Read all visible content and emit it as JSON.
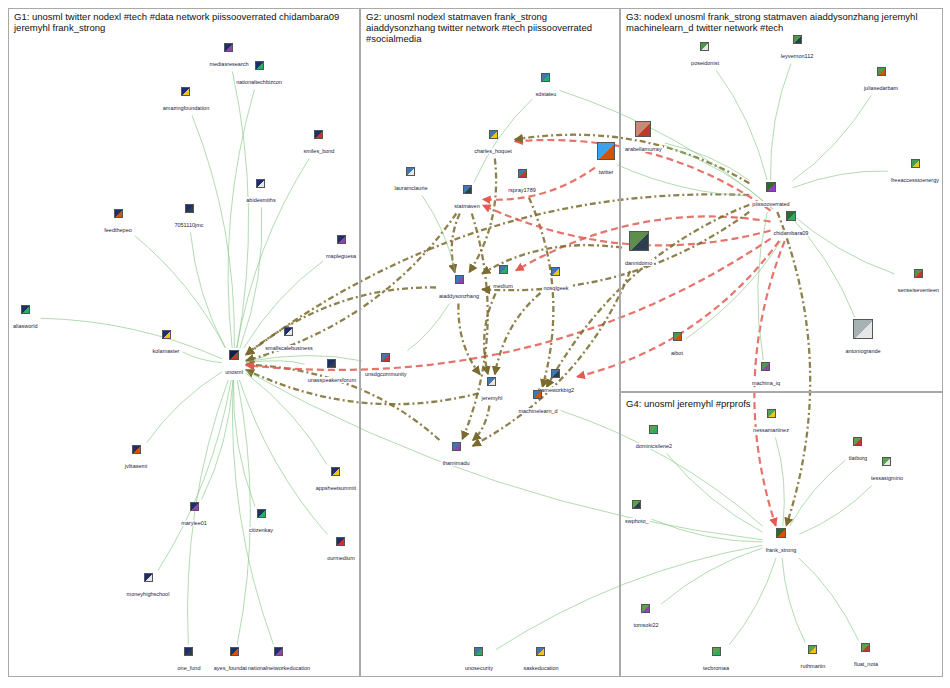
{
  "diagram": {
    "nodes": [
      {
        "text": [
          "G1: unosml twitter nodexl #tech #data network piissooverrated chidambara09 jeremyhl frank_strong"
        ]
      },
      {
        "text": [
          "G2: unosml nodexl statmaven frank_strong aiaddysonzhang twitter network #tech piissooverrated #socialmedia"
        ]
      },
      {
        "text": [
          "G3: nodexl unosml frank_strong statmaven aiaddysonzhang jeremyhl machinelearn_d twitter network #tech"
        ]
      },
      {
        "text": [
          "G4: unosml jeremyhl #prprofs"
        ]
      },
      {
        "text": [
          "mediasresearch"
        ],
        "in": 0
      },
      {
        "text": [
          "nationaltechbizcon"
        ],
        "in": 0
      },
      {
        "text": [
          "amazingfoundation"
        ],
        "in": 0
      },
      {
        "text": [
          "smiles_bond"
        ],
        "in": 0
      },
      {
        "text": [
          "abidesmiths"
        ],
        "in": 0
      },
      {
        "text": [
          "7051110jmc"
        ],
        "in": 0
      },
      {
        "text": [
          "feedthepeo"
        ],
        "in": 0
      },
      {
        "text": [
          "mapleguesa"
        ],
        "in": 0
      },
      {
        "text": [
          "aliasworld"
        ],
        "in": 0
      },
      {
        "text": [
          "kolamaster"
        ],
        "in": 0
      },
      {
        "text": [
          "unosml"
        ],
        "in": 0
      },
      {
        "text": [
          "smallscalebusiness"
        ],
        "in": 0
      },
      {
        "text": [
          "unasspeakersforum"
        ],
        "in": 0
      },
      {
        "text": [
          "jvlitasemi"
        ],
        "in": 0
      },
      {
        "text": [
          "marylee01"
        ],
        "in": 0
      },
      {
        "text": [
          "citizenkay"
        ],
        "in": 0
      },
      {
        "text": [
          "appsheetsummit"
        ],
        "in": 0
      },
      {
        "text": [
          "ourmedium"
        ],
        "in": 0
      },
      {
        "text": [
          "moneyhighschool"
        ],
        "in": 0
      },
      {
        "text": [
          "one_fund"
        ],
        "in": 0
      },
      {
        "text": [
          "ayes_foundation"
        ],
        "in": 0
      },
      {
        "text": [
          "nationalnetworkeducation"
        ],
        "in": 0
      },
      {
        "text": [
          "sdstateu"
        ],
        "in": 1
      },
      {
        "text": [
          "charles_hoquet"
        ],
        "in": 1
      },
      {
        "text": [
          "rspray1789"
        ],
        "in": 1
      },
      {
        "text": [
          "lauramclaurie"
        ],
        "in": 1
      },
      {
        "text": [
          "statmaven"
        ],
        "in": 1
      },
      {
        "text": [
          "twitter"
        ],
        "in": 1
      },
      {
        "text": [
          "aiaddysonzhang"
        ],
        "in": 1
      },
      {
        "text": [
          "medium"
        ],
        "in": 1
      },
      {
        "text": [
          "nosqlgeek"
        ],
        "in": 1
      },
      {
        "text": [
          "unsdgcommunity"
        ],
        "in": 1
      },
      {
        "text": [
          "jeremyhl"
        ],
        "in": 1
      },
      {
        "text": [
          "frameworkbig2"
        ],
        "in": 1
      },
      {
        "text": [
          "machinelearn_d"
        ],
        "in": 1
      },
      {
        "text": [
          "thamimadu"
        ],
        "in": 1
      },
      {
        "text": [
          "unosecurity"
        ],
        "in": 1
      },
      {
        "text": [
          "saskeducation"
        ],
        "in": 1
      },
      {
        "text": [
          "arabellamurray"
        ],
        "in": 2
      },
      {
        "text": [
          "poseidonist"
        ],
        "in": 2
      },
      {
        "text": [
          "leyvernon112"
        ],
        "in": 2
      },
      {
        "text": [
          "juliasedarbam"
        ],
        "in": 2
      },
      {
        "text": [
          "piissooverrated"
        ],
        "in": 2
      },
      {
        "text": [
          "chidambara09"
        ],
        "in": 2
      },
      {
        "text": [
          "freeaccesstoenergy"
        ],
        "in": 2
      },
      {
        "text": [
          "senseiseventeen"
        ],
        "in": 2
      },
      {
        "text": [
          "antoniogrande"
        ],
        "in": 2
      },
      {
        "text": [
          "dannidomo"
        ],
        "in": 2
      },
      {
        "text": [
          "aibot"
        ],
        "in": 2
      },
      {
        "text": [
          "machina_iq"
        ],
        "in": 2
      },
      {
        "text": [
          "dominicsilene2"
        ],
        "in": 3
      },
      {
        "text": [
          "nessamartinez"
        ],
        "in": 3
      },
      {
        "text": [
          "tlatborg"
        ],
        "in": 3
      },
      {
        "text": [
          "tessasigmino"
        ],
        "in": 3
      },
      {
        "text": [
          "swphoto_"
        ],
        "in": 3
      },
      {
        "text": [
          "frank_strong"
        ],
        "in": 3
      },
      {
        "text": [
          "tomsoki22"
        ],
        "in": 3
      },
      {
        "text": [
          "tecbromaa"
        ],
        "in": 3
      },
      {
        "text": [
          "ruthmartin"
        ],
        "in": 3
      },
      {
        "text": [
          "fluat_nota"
        ],
        "in": 3
      }
    ],
    "edges": [
      {
        "from": 4,
        "to": 14,
        "arrow": "none"
      },
      {
        "from": 5,
        "to": 14,
        "arrow": "none"
      },
      {
        "from": 6,
        "to": 14,
        "arrow": "none"
      },
      {
        "from": 7,
        "to": 14,
        "arrow": "none"
      },
      {
        "from": 8,
        "to": 14,
        "arrow": "none"
      },
      {
        "from": 9,
        "to": 14,
        "arrow": "none"
      },
      {
        "from": 10,
        "to": 14,
        "arrow": "none"
      },
      {
        "from": 11,
        "to": 14,
        "arrow": "none"
      },
      {
        "from": 12,
        "to": 14,
        "arrow": "none"
      },
      {
        "from": 13,
        "to": 14,
        "arrow": "none"
      },
      {
        "from": 15,
        "to": 14,
        "arrow": "none"
      },
      {
        "from": 16,
        "to": 14,
        "arrow": "none"
      },
      {
        "from": 17,
        "to": 14,
        "arrow": "none"
      },
      {
        "from": 18,
        "to": 14,
        "arrow": "none"
      },
      {
        "from": 19,
        "to": 14,
        "arrow": "none"
      },
      {
        "from": 20,
        "to": 14,
        "arrow": "none"
      },
      {
        "from": 21,
        "to": 14,
        "arrow": "none"
      },
      {
        "from": 22,
        "to": 14,
        "arrow": "none"
      },
      {
        "from": 23,
        "to": 14,
        "arrow": "none"
      },
      {
        "from": 24,
        "to": 14,
        "arrow": "none"
      },
      {
        "from": 25,
        "to": 14,
        "arrow": "none"
      },
      {
        "from": 32,
        "to": 14,
        "arrow": "to"
      },
      {
        "from": 30,
        "to": 14,
        "arrow": "to"
      },
      {
        "from": 46,
        "to": 14,
        "arrow": "to"
      },
      {
        "from": 36,
        "to": 14,
        "arrow": "to"
      },
      {
        "from": 39,
        "to": 14,
        "arrow": "to"
      },
      {
        "from": 47,
        "to": 14,
        "arrow": "to"
      },
      {
        "from": 30,
        "to": 32,
        "arrow": "to"
      },
      {
        "from": 27,
        "to": 32,
        "arrow": "to"
      },
      {
        "from": 32,
        "to": 36,
        "arrow": "to"
      },
      {
        "from": 30,
        "to": 39,
        "arrow": "to"
      },
      {
        "from": 33,
        "to": 36,
        "arrow": "to"
      },
      {
        "from": 28,
        "to": 38,
        "arrow": "to"
      },
      {
        "from": 34,
        "to": 36,
        "arrow": "to"
      },
      {
        "from": 36,
        "to": 39,
        "arrow": "to"
      },
      {
        "from": 26,
        "to": 30,
        "arrow": "none"
      },
      {
        "from": 29,
        "to": 32,
        "arrow": "none"
      },
      {
        "from": 35,
        "to": 32,
        "arrow": "none"
      },
      {
        "from": 14,
        "to": 35,
        "arrow": "none"
      },
      {
        "from": 47,
        "to": 27,
        "arrow": "to"
      },
      {
        "from": 47,
        "to": 30,
        "arrow": "to"
      },
      {
        "from": 47,
        "to": 33,
        "arrow": "to"
      },
      {
        "from": 47,
        "to": 37,
        "arrow": "to"
      },
      {
        "from": 47,
        "to": 59,
        "arrow": "to"
      },
      {
        "from": 31,
        "to": 30,
        "arrow": "to"
      },
      {
        "from": 46,
        "to": 27,
        "arrow": "to"
      },
      {
        "from": 46,
        "to": 32,
        "arrow": "to"
      },
      {
        "from": 46,
        "to": 38,
        "arrow": "to"
      },
      {
        "from": 46,
        "to": 59,
        "arrow": "to"
      },
      {
        "from": 51,
        "to": 32,
        "arrow": "to"
      },
      {
        "from": 51,
        "to": 39,
        "arrow": "to"
      },
      {
        "from": 46,
        "to": 43,
        "arrow": "none"
      },
      {
        "from": 46,
        "to": 44,
        "arrow": "none"
      },
      {
        "from": 46,
        "to": 45,
        "arrow": "none"
      },
      {
        "from": 46,
        "to": 48,
        "arrow": "none"
      },
      {
        "from": 46,
        "to": 49,
        "arrow": "none"
      },
      {
        "from": 46,
        "to": 50,
        "arrow": "none"
      },
      {
        "from": 46,
        "to": 42,
        "arrow": "none"
      },
      {
        "from": 47,
        "to": 52,
        "arrow": "none"
      },
      {
        "from": 46,
        "to": 53,
        "arrow": "none"
      },
      {
        "from": 26,
        "to": 47,
        "arrow": "none"
      },
      {
        "from": 31,
        "to": 46,
        "arrow": "none"
      },
      {
        "from": 42,
        "to": 47,
        "arrow": "none"
      },
      {
        "from": 54,
        "to": 59,
        "arrow": "none"
      },
      {
        "from": 55,
        "to": 59,
        "arrow": "none"
      },
      {
        "from": 56,
        "to": 59,
        "arrow": "none"
      },
      {
        "from": 57,
        "to": 59,
        "arrow": "none"
      },
      {
        "from": 58,
        "to": 59,
        "arrow": "none"
      },
      {
        "from": 60,
        "to": 59,
        "arrow": "none"
      },
      {
        "from": 61,
        "to": 59,
        "arrow": "none"
      },
      {
        "from": 62,
        "to": 59,
        "arrow": "none"
      },
      {
        "from": 63,
        "to": 59,
        "arrow": "none"
      },
      {
        "from": 40,
        "to": 59,
        "arrow": "none"
      },
      {
        "from": 14,
        "to": 59,
        "arrow": "none"
      },
      {
        "from": 38,
        "to": 59,
        "arrow": "none"
      }
    ]
  }
}
